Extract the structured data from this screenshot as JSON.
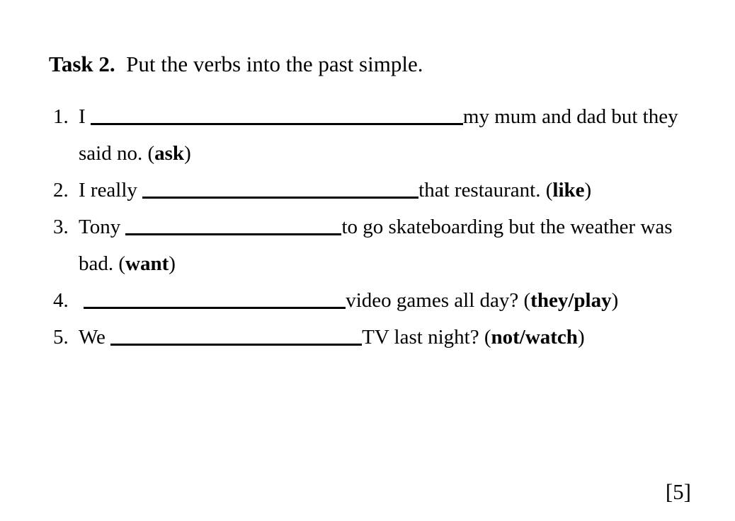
{
  "heading": {
    "label": "Task 2.",
    "gap": "  ",
    "instruction": "Put the verbs into the past simple."
  },
  "questions": [
    {
      "number": "1.",
      "before_blank": "I ",
      "blank_width": 526,
      "after_blank": "my mum and dad but they said no. ",
      "cue_open": "(",
      "cue_verb": "ask",
      "cue_close": ")"
    },
    {
      "number": "2.",
      "before_blank": "I really ",
      "blank_width": 390,
      "after_blank": "that restaurant. ",
      "cue_open": "(",
      "cue_verb": "like",
      "cue_close": ")"
    },
    {
      "number": "3.",
      "before_blank": "Tony ",
      "blank_width": 305,
      "after_blank": "to go skateboarding but the weather was bad. ",
      "cue_open": "(",
      "cue_verb": "want",
      "cue_close": ")"
    },
    {
      "number": "4.",
      "before_blank": " ",
      "blank_width": 370,
      "after_blank": "video games all day? ",
      "cue_open": "(",
      "cue_verb": "they/play",
      "cue_close": ")"
    },
    {
      "number": "5.",
      "before_blank": "We ",
      "blank_width": 355,
      "after_blank": "TV last night? ",
      "cue_open": "(",
      "cue_verb": "not/watch",
      "cue_close": ")"
    }
  ],
  "marks": "[5]"
}
